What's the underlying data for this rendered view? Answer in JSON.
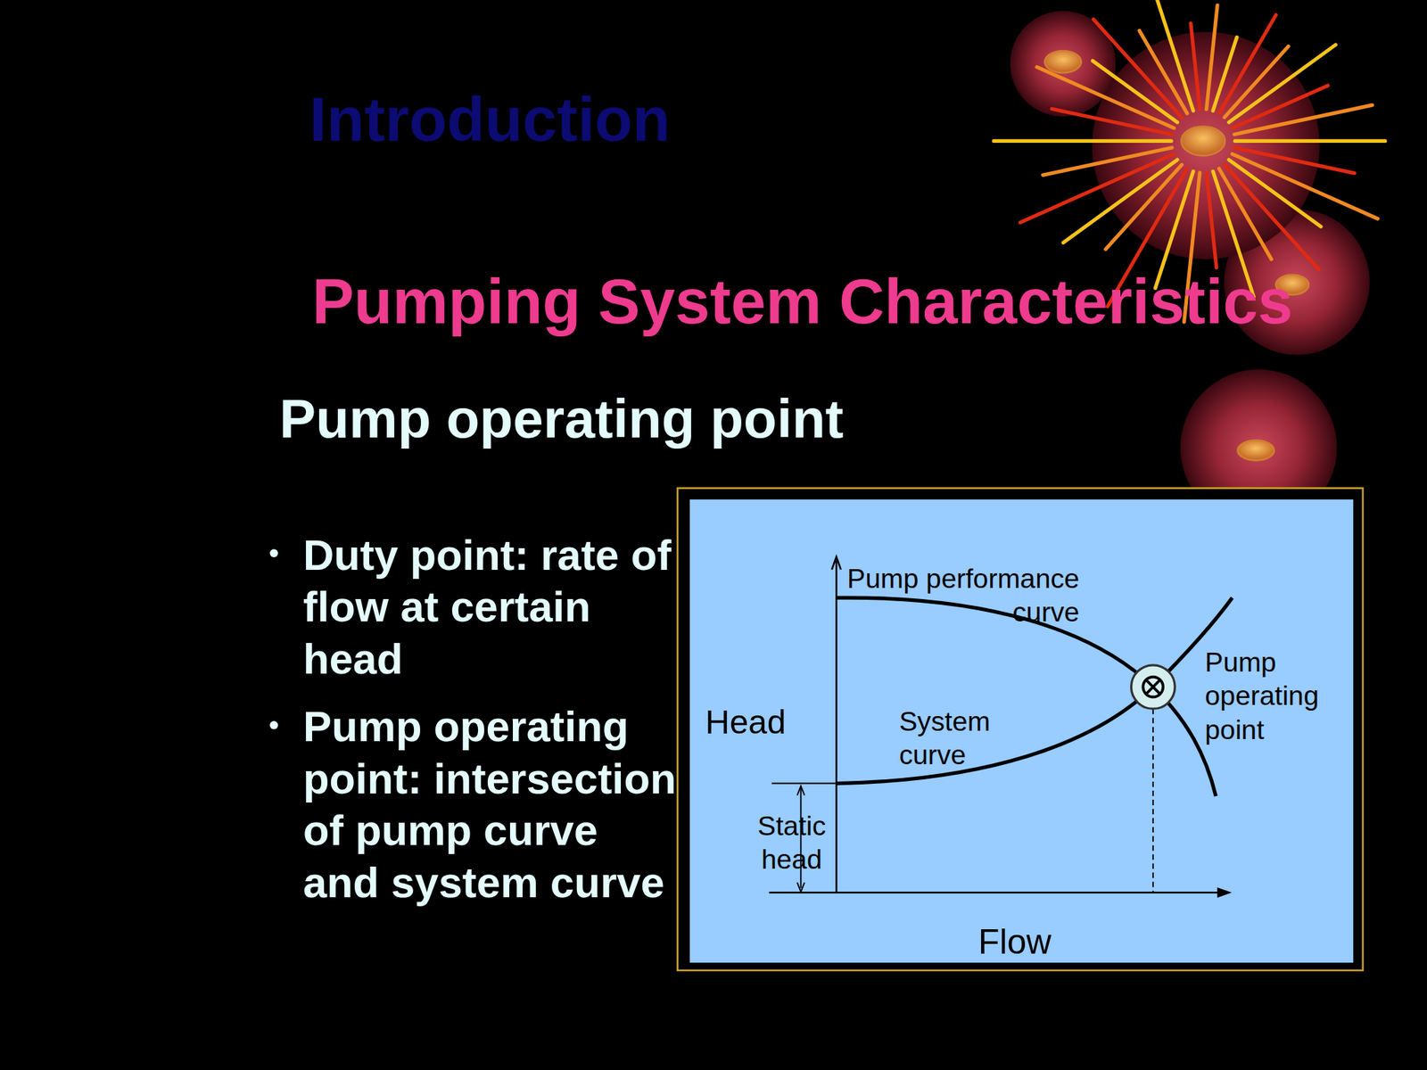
{
  "diagram": {
    "title": "Introduction",
    "nodes": [
      {
        "text": [
          "Pump performance curve",
          "Pump operating point",
          "Head",
          "System curve",
          "Static head",
          "Flow"
        ]
      }
    ],
    "labels": [
      "Pumping System Characteristics",
      "Pump operating point",
      "Duty point: rate of flow at certain head",
      "Pump operating point: intersection of pump curve and system curve"
    ]
  }
}
